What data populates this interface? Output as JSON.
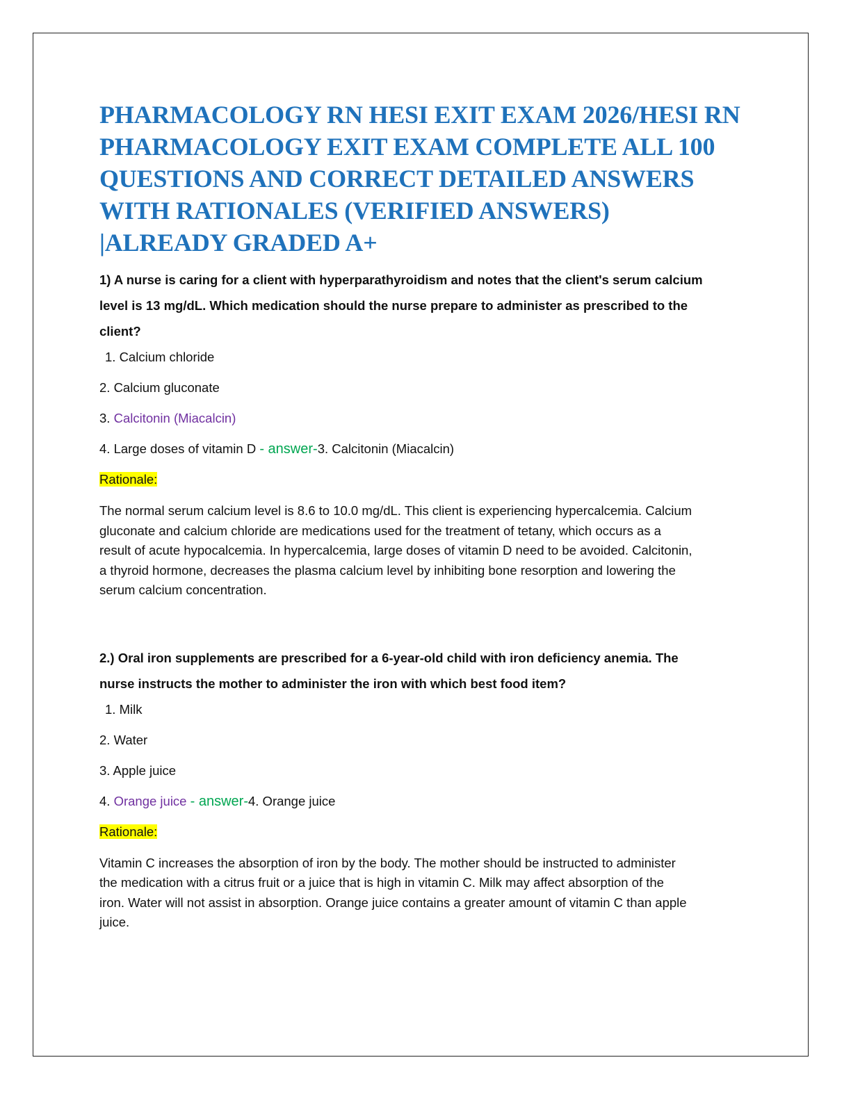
{
  "document": {
    "title": "PHARMACOLOGY RN HESI EXIT EXAM 2026/HESI RN PHARMACOLOGY EXIT EXAM COMPLETE ALL 100 QUESTIONS AND CORRECT DETAILED ANSWERS WITH RATIONALES (VERIFIED ANSWERS) |ALREADY GRADED A+",
    "title_lines": [
      "PHARMACOLOGY RN HESI EXIT EXAM 2026/HESI RN",
      "PHARMACOLOGY EXIT EXAM COMPLETE ALL 100",
      "QUESTIONS AND CORRECT DETAILED ANSWERS",
      "WITH RATIONALES (VERIFIED ANSWERS)",
      "|ALREADY GRADED A+"
    ],
    "colors": {
      "title": "#1f72bb",
      "correct_option": "#7030a0",
      "answer_marker": "#00a651",
      "highlight": "#ffff00"
    }
  },
  "q1": {
    "stem_lines": [
      "1) A nurse is caring for a client with hyperparathyroidism and notes that the client's serum calcium",
      "level is 13 mg/dL. Which medication should the nurse prepare to administer as prescribed to the",
      "client?"
    ],
    "option1": "1. Calcium chloride",
    "option2": "2. Calcium gluconate",
    "option3_num": "3. ",
    "option3_text": "Calcitonin (Miacalcin)",
    "option4": "4. Large doses of vitamin D ",
    "answer_marker": "- answer-",
    "answer_value": "3. Calcitonin (Miacalcin)",
    "rationale_label": "Rationale:",
    "rationale_lines": [
      "The normal serum calcium level is 8.6 to 10.0 mg/dL. This client is experiencing hypercalcemia. Calcium",
      "gluconate and calcium chloride are medications used for the treatment of tetany, which occurs as a",
      "result of acute hypocalcemia. In hypercalcemia, large doses of vitamin D need to be avoided. Calcitonin,",
      "a thyroid hormone, decreases the plasma calcium level by inhibiting bone resorption and lowering the",
      "serum calcium concentration."
    ]
  },
  "q2": {
    "stem_lines": [
      "2.) Oral iron supplements are prescribed for a 6-year-old child with iron deficiency anemia. The",
      "nurse instructs the mother to administer the iron with which best food item?"
    ],
    "option1": "1. Milk",
    "option2": "2. Water",
    "option3": "3. Apple juice",
    "option4_num": "4. ",
    "option4_text": "Orange juice ",
    "answer_marker": "- answer-",
    "answer_value": "4. Orange juice",
    "rationale_label": "Rationale:",
    "rationale_lines": [
      "Vitamin C increases the absorption of iron by the body. The mother should be instructed to administer",
      "the medication with a citrus fruit or a juice that is high in vitamin C. Milk may affect absorption of the",
      "iron. Water will not assist in absorption. Orange juice contains a greater amount of vitamin C than apple",
      "juice."
    ]
  }
}
